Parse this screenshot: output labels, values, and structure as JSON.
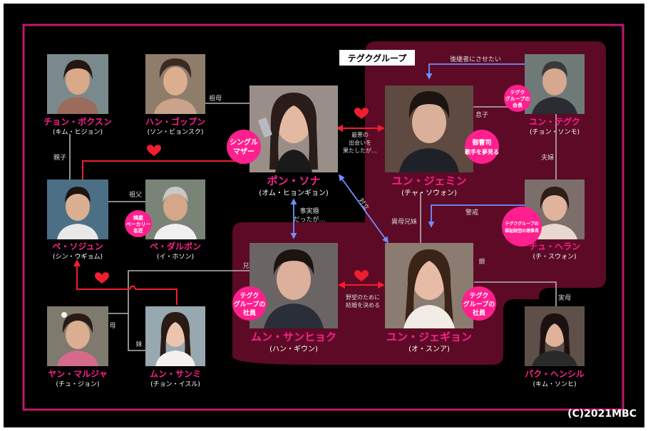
{
  "group_label": "テグクグループ",
  "copyright": "(C)2021MBC",
  "people": [
    {
      "id": "jung",
      "name": "チョン・ボクスン",
      "actor": "(キム・ヒジョン)"
    },
    {
      "id": "han",
      "name": "ハン・ゴップン",
      "actor": "(ソン・ビョンスク)"
    },
    {
      "id": "bong",
      "name": "ポン・ソナ",
      "actor": "(オム・ヒョンギョン)"
    },
    {
      "id": "jemin",
      "name": "ユン・ジェミン",
      "actor": "(チャ・ソウォン)"
    },
    {
      "id": "taeguk",
      "name": "ユン・テグク",
      "actor": "(チョン・ソンモ)"
    },
    {
      "id": "sojun",
      "name": "ペ・ソジュン",
      "actor": "(シン・ウギョム)"
    },
    {
      "id": "dalbong",
      "name": "ペ・ダルボン",
      "actor": "(イ・ホソン)"
    },
    {
      "id": "heran",
      "name": "チュ・ヘラン",
      "actor": "(チ・スウォン)"
    },
    {
      "id": "sanghyuk",
      "name": "ムン・サンヒョク",
      "actor": "(ハン・ギウン)"
    },
    {
      "id": "jaegyeong",
      "name": "ユン・ジェギョン",
      "actor": "(オ・スンア)"
    },
    {
      "id": "yang",
      "name": "ヤン・マルジャ",
      "actor": "(チュ・ジョン)"
    },
    {
      "id": "sangmi",
      "name": "ムン・サンミ",
      "actor": "(チョン・イスル)"
    },
    {
      "id": "park",
      "name": "パク・ヘンシル",
      "actor": "(キム・ソンヒ)"
    }
  ],
  "badges": {
    "single_mother": [
      "シングル",
      "マザー"
    ],
    "singer_dream": [
      "御曹司",
      "歌手を夢見る"
    ],
    "taeguk_chairman": [
      "テグク",
      "グループの",
      "会長"
    ],
    "bakery_master": [
      "韓屋",
      "ベーカリー",
      "名匠"
    ],
    "welfare_director": [
      "テグクグループの",
      "福祉財団の理事長"
    ],
    "sanghyuk_employee": [
      "テグク",
      "グループの",
      "社員"
    ],
    "jaegyeong_employee": [
      "テグク",
      "グループの",
      "社員"
    ]
  },
  "relations": {
    "grandmother": "祖母",
    "parent_child": "親子",
    "grandfather": "祖父",
    "son": "息子",
    "couple": "夫婦",
    "successor": "後継者にさせたい",
    "worst_meeting": [
      "最悪の",
      "出会いを",
      "果たしたが…"
    ],
    "rivalry": "対立",
    "half_siblings": "異母兄妹",
    "caution": "警戒",
    "daughter": "娘",
    "de_facto": [
      "事実婚",
      "だったが…"
    ],
    "older_brother": "兄",
    "mother": "母",
    "younger_sister": "妹",
    "ambition_marriage": [
      "野望のために",
      "結婚を決める"
    ],
    "birth_mother": "実母"
  }
}
